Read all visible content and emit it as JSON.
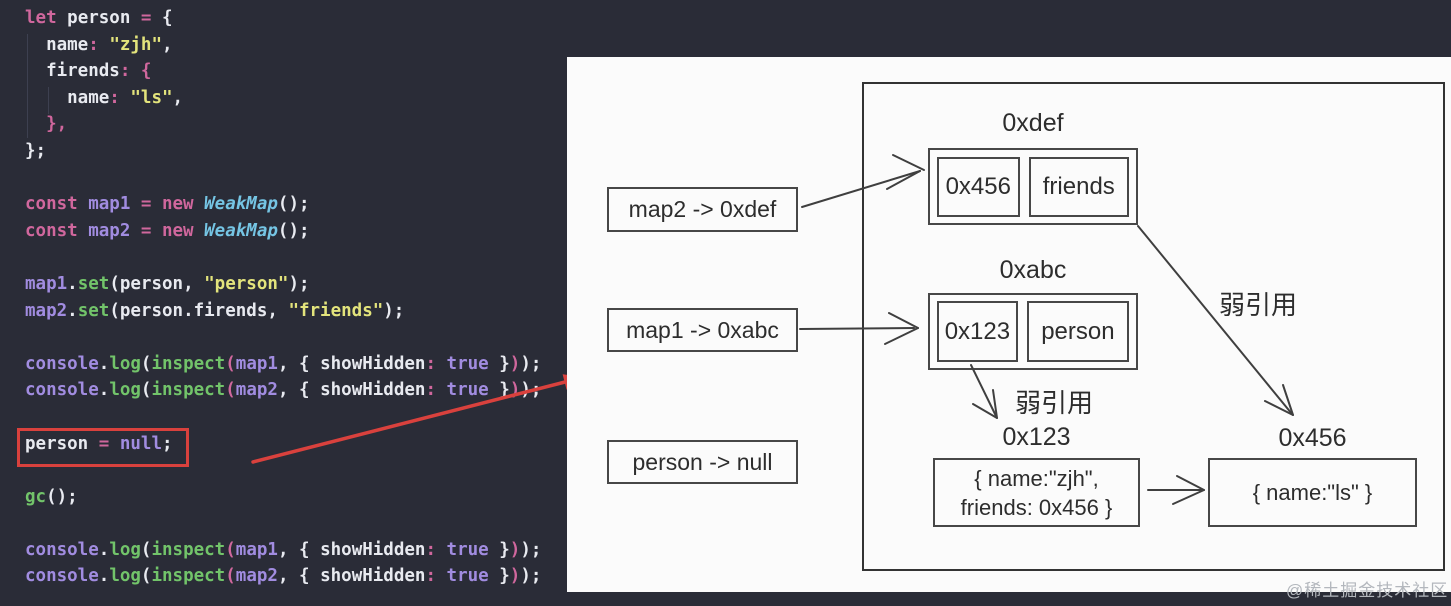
{
  "colors": {
    "editor_bg": "#2a2c37",
    "panel_bg": "#fbfbfb",
    "keyword_pink": "#d0679d",
    "variable_purple": "#a18ce0",
    "function_green": "#72c46a",
    "string_yellow": "#e3e47c",
    "type_cyan": "#75c5e4",
    "foreground": "#e8eaf0",
    "highlight_red": "#d9413d",
    "diagram_line": "#3f3f3f"
  },
  "code": {
    "lines": [
      {
        "tokens": [
          [
            "k",
            "let "
          ],
          [
            "w",
            "person "
          ],
          [
            "k",
            "= "
          ],
          [
            "w",
            "{"
          ]
        ]
      },
      {
        "tokens": [
          [
            "w",
            "  name"
          ],
          [
            "k",
            ":"
          ],
          [
            "w",
            " "
          ],
          [
            "s",
            "\"zjh\""
          ],
          [
            "w",
            ","
          ]
        ]
      },
      {
        "tokens": [
          [
            "w",
            "  firends"
          ],
          [
            "k",
            ":"
          ],
          [
            "w",
            " "
          ],
          [
            "k",
            "{"
          ]
        ]
      },
      {
        "tokens": [
          [
            "w",
            "    name"
          ],
          [
            "k",
            ":"
          ],
          [
            "w",
            " "
          ],
          [
            "s",
            "\"ls\""
          ],
          [
            "w",
            ","
          ]
        ]
      },
      {
        "tokens": [
          [
            "w",
            "  "
          ],
          [
            "k",
            "},"
          ]
        ]
      },
      {
        "tokens": [
          [
            "w",
            "};"
          ]
        ]
      },
      {
        "tokens": []
      },
      {
        "tokens": [
          [
            "k",
            "const "
          ],
          [
            "v",
            "map1"
          ],
          [
            "k",
            " = "
          ],
          [
            "k",
            "new "
          ],
          [
            "t",
            "WeakMap"
          ],
          [
            "w",
            "();"
          ]
        ]
      },
      {
        "tokens": [
          [
            "k",
            "const "
          ],
          [
            "v",
            "map2"
          ],
          [
            "k",
            " = "
          ],
          [
            "k",
            "new "
          ],
          [
            "t",
            "WeakMap"
          ],
          [
            "w",
            "();"
          ]
        ]
      },
      {
        "tokens": []
      },
      {
        "tokens": [
          [
            "v",
            "map1"
          ],
          [
            "w",
            "."
          ],
          [
            "f",
            "set"
          ],
          [
            "w",
            "(person, "
          ],
          [
            "s",
            "\"person\""
          ],
          [
            "w",
            ");"
          ]
        ]
      },
      {
        "tokens": [
          [
            "v",
            "map2"
          ],
          [
            "w",
            "."
          ],
          [
            "f",
            "set"
          ],
          [
            "w",
            "(person.firends, "
          ],
          [
            "s",
            "\"friends\""
          ],
          [
            "w",
            ");"
          ]
        ]
      },
      {
        "tokens": []
      },
      {
        "tokens": [
          [
            "v",
            "console"
          ],
          [
            "w",
            "."
          ],
          [
            "f",
            "log"
          ],
          [
            "w",
            "("
          ],
          [
            "f",
            "inspect"
          ],
          [
            "k",
            "("
          ],
          [
            "v",
            "map1"
          ],
          [
            "w",
            ", { showHidden"
          ],
          [
            "k",
            ":"
          ],
          [
            "w",
            " "
          ],
          [
            "v",
            "true"
          ],
          [
            "w",
            " }"
          ],
          [
            "k",
            ")"
          ],
          [
            "w",
            ");"
          ]
        ]
      },
      {
        "tokens": [
          [
            "v",
            "console"
          ],
          [
            "w",
            "."
          ],
          [
            "f",
            "log"
          ],
          [
            "w",
            "("
          ],
          [
            "f",
            "inspect"
          ],
          [
            "k",
            "("
          ],
          [
            "v",
            "map2"
          ],
          [
            "w",
            ", { showHidden"
          ],
          [
            "k",
            ":"
          ],
          [
            "w",
            " "
          ],
          [
            "v",
            "true"
          ],
          [
            "w",
            " }"
          ],
          [
            "k",
            ")"
          ],
          [
            "w",
            ");"
          ]
        ]
      },
      {
        "tokens": []
      },
      {
        "tokens": [
          [
            "w",
            "person "
          ],
          [
            "k",
            "= "
          ],
          [
            "v",
            "null"
          ],
          [
            "w",
            ";"
          ]
        ],
        "highlight": true
      },
      {
        "tokens": []
      },
      {
        "tokens": [
          [
            "f",
            "gc"
          ],
          [
            "w",
            "();"
          ]
        ]
      },
      {
        "tokens": []
      },
      {
        "tokens": [
          [
            "v",
            "console"
          ],
          [
            "w",
            "."
          ],
          [
            "f",
            "log"
          ],
          [
            "w",
            "("
          ],
          [
            "f",
            "inspect"
          ],
          [
            "k",
            "("
          ],
          [
            "v",
            "map1"
          ],
          [
            "w",
            ", { showHidden"
          ],
          [
            "k",
            ":"
          ],
          [
            "w",
            " "
          ],
          [
            "v",
            "true"
          ],
          [
            "w",
            " }"
          ],
          [
            "k",
            ")"
          ],
          [
            "w",
            ");"
          ]
        ]
      },
      {
        "tokens": [
          [
            "v",
            "console"
          ],
          [
            "w",
            "."
          ],
          [
            "f",
            "log"
          ],
          [
            "w",
            "("
          ],
          [
            "f",
            "inspect"
          ],
          [
            "k",
            "("
          ],
          [
            "v",
            "map2"
          ],
          [
            "w",
            ", { showHidden"
          ],
          [
            "k",
            ":"
          ],
          [
            "w",
            " "
          ],
          [
            "v",
            "true"
          ],
          [
            "w",
            " }"
          ],
          [
            "k",
            ")"
          ],
          [
            "w",
            ");"
          ]
        ]
      }
    ]
  },
  "diagram": {
    "map2_label": "map2 -> 0xdef",
    "map1_label": "map1 -> 0xabc",
    "person_label": "person -> null",
    "addr_def": "0xdef",
    "addr_abc": "0xabc",
    "addr_123": "0x123",
    "addr_456": "0x456",
    "def_key_cell": "0x456",
    "def_value_cell": "friends",
    "abc_key_cell": "0x123",
    "abc_value_cell": "person",
    "weak_ref_left": "弱引用",
    "weak_ref_right": "弱引用",
    "obj_zjh_line1": "{ name:\"zjh\",",
    "obj_zjh_line2": "friends: 0x456 }",
    "obj_ls": "{ name:\"ls\" }"
  },
  "watermark": "@稀土掘金技术社区"
}
